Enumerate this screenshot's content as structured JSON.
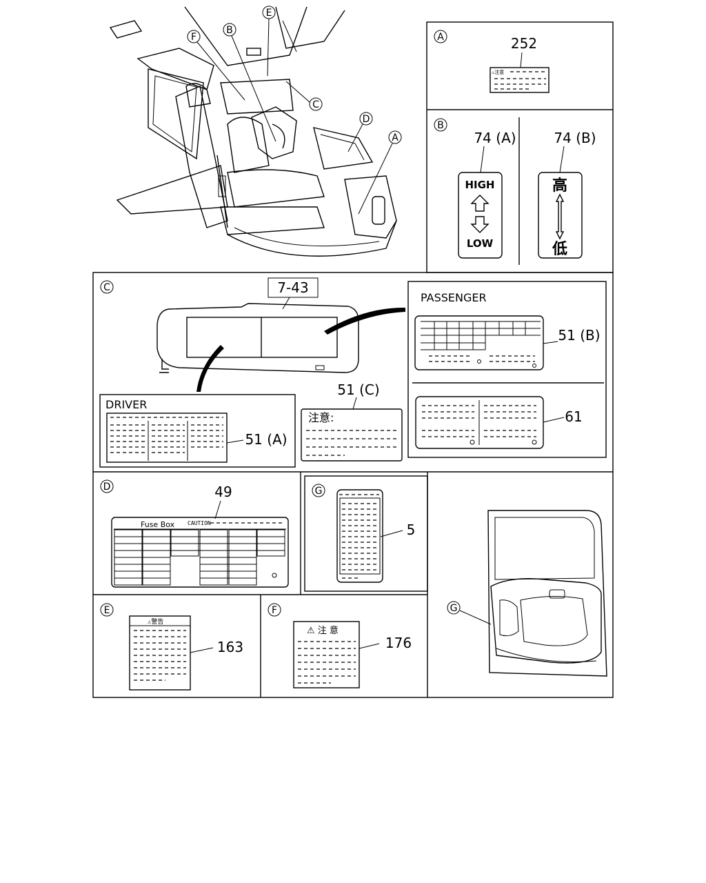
{
  "callouts": {
    "A": "A",
    "B": "B",
    "C": "C",
    "D": "D",
    "E": "E",
    "F": "F",
    "G": "G"
  },
  "cab_view": {
    "letters": [
      "E",
      "B",
      "F",
      "C",
      "D",
      "A"
    ]
  },
  "panel_a": {
    "part": "252",
    "label_head": "⚠注意"
  },
  "panel_b": {
    "part_a": "74 (A)",
    "part_b": "74 (B)",
    "high": "HIGH",
    "low": "LOW",
    "kanji_high": "高",
    "kanji_low": "低"
  },
  "panel_c": {
    "visor_part": "7-43",
    "passenger": "PASSENGER",
    "part_51b": "51 (B)",
    "part_61": "61",
    "part_51c": "51 (C)",
    "caution_jp": "注意:",
    "driver": "DRIVER",
    "part_51a": "51 (A)"
  },
  "panel_d": {
    "part": "49",
    "fuse_title": "Fuse Box",
    "caution": "CAUTION"
  },
  "panel_g_small": {
    "part": "5"
  },
  "panel_e": {
    "part": "163",
    "head": "⚠警告"
  },
  "panel_f": {
    "part": "176",
    "head": "⚠ 注 意"
  }
}
